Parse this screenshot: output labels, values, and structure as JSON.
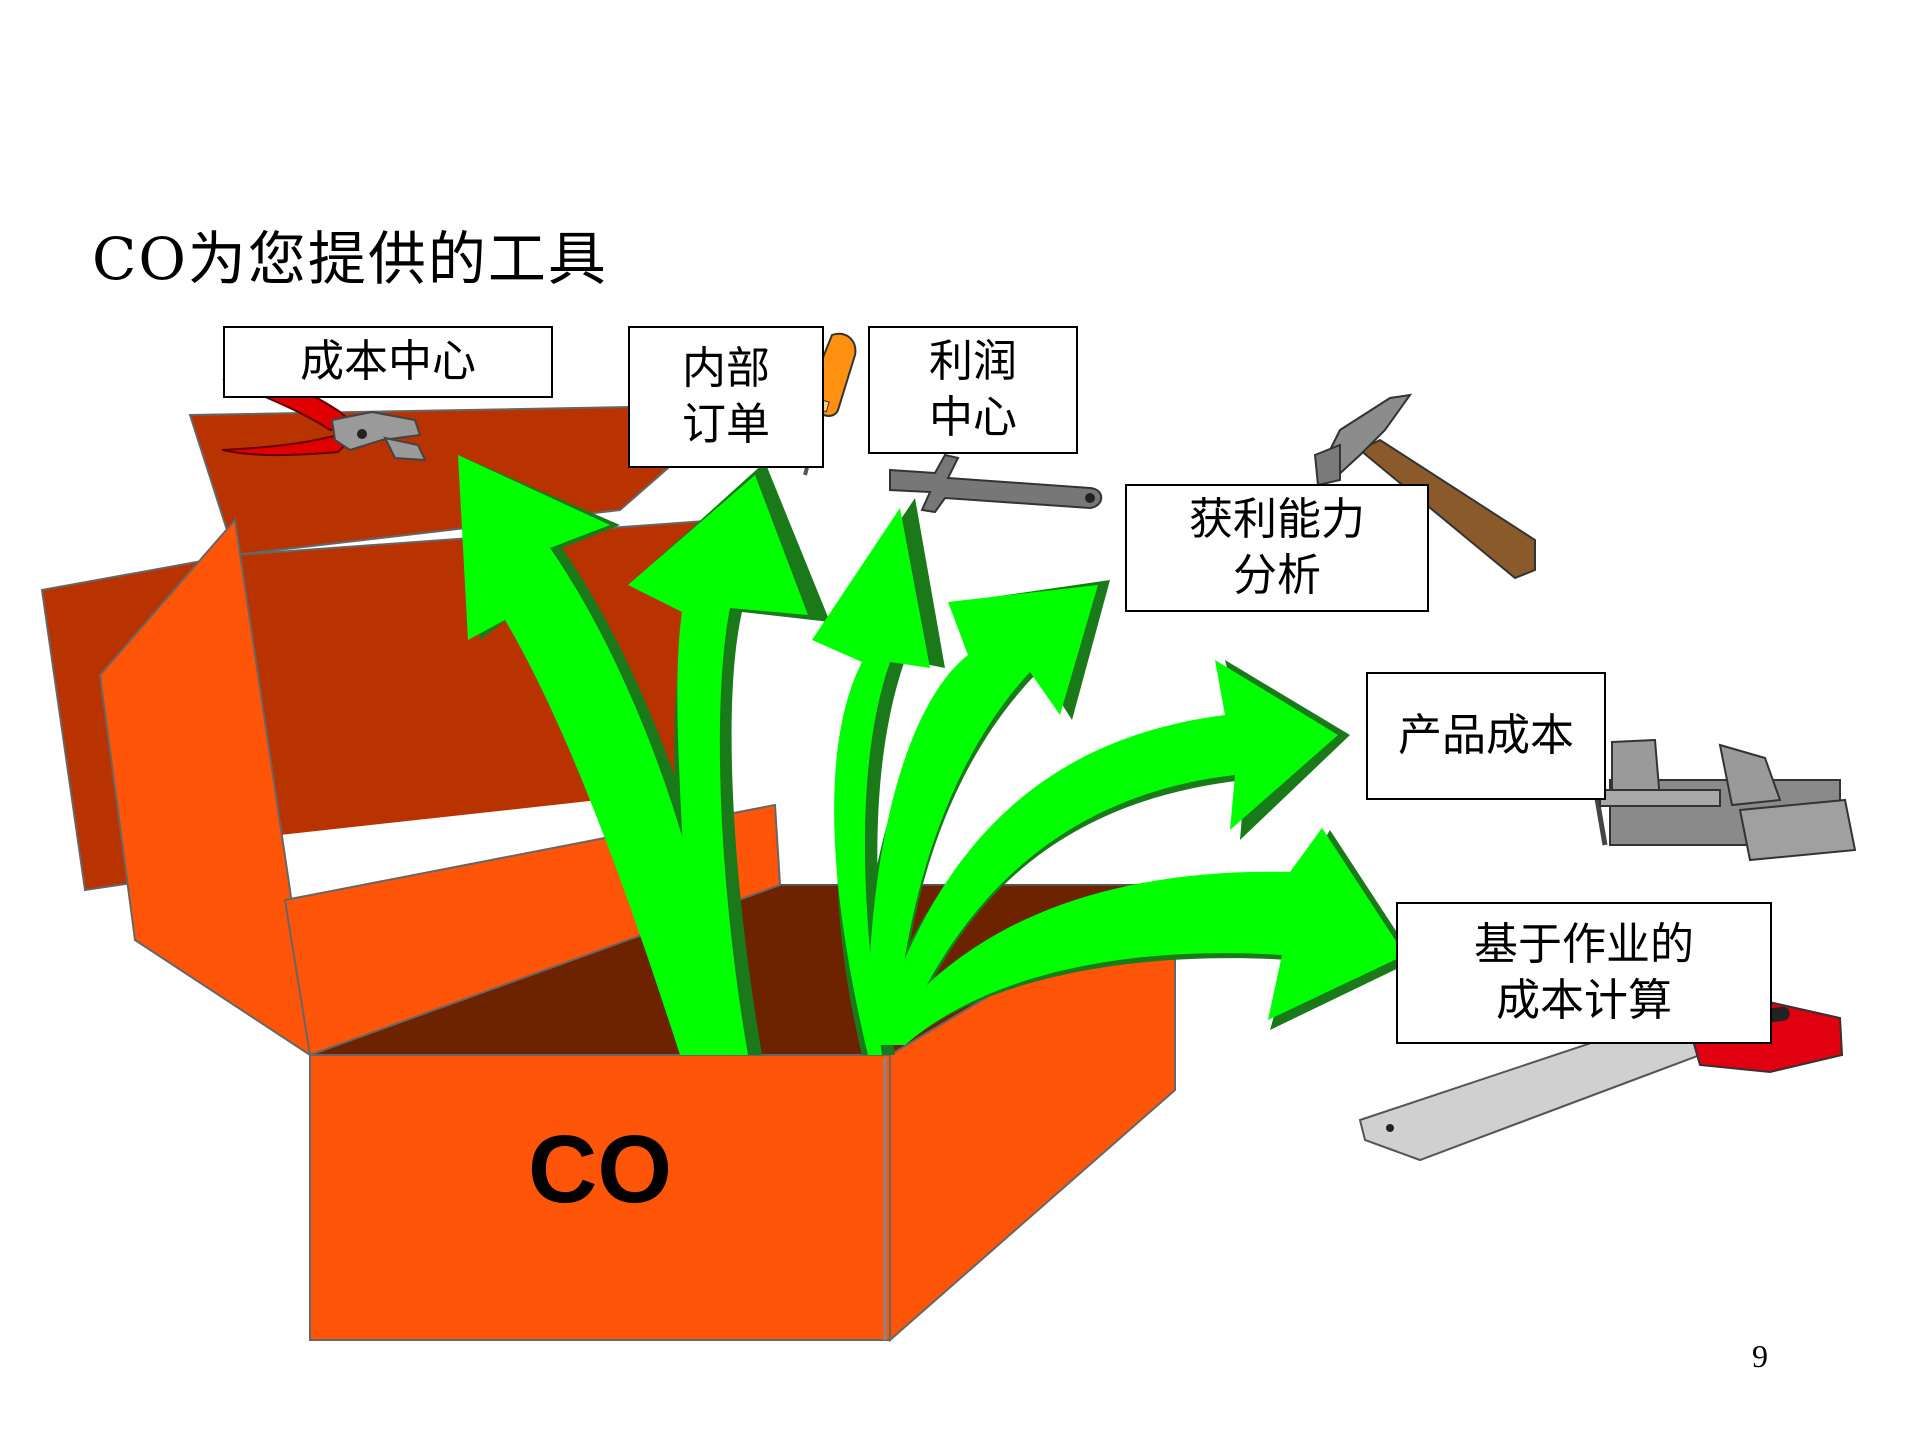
{
  "title": "CO为您提供的工具",
  "box_label": "CO",
  "page_number": "9",
  "colors": {
    "box_front": "#ff5508",
    "box_lid": "#b83300",
    "box_inside": "#6e2300",
    "arrow_fill": "#00ff00",
    "arrow_shadow": "#1a7a1a"
  },
  "tools": [
    {
      "id": "cost-center",
      "lines": [
        "成本中心"
      ],
      "icon": "pliers-icon"
    },
    {
      "id": "internal-order",
      "lines": [
        "内部",
        "订单"
      ],
      "icon": "screwdriver-icon"
    },
    {
      "id": "profit-center",
      "lines": [
        "利润",
        "中心"
      ],
      "icon": "wrench-icon"
    },
    {
      "id": "profitability-analysis",
      "lines": [
        "获利能力",
        "分析"
      ],
      "icon": "hammer-icon"
    },
    {
      "id": "product-costing",
      "lines": [
        "产品成本"
      ],
      "icon": "vise-icon"
    },
    {
      "id": "activity-based-costing",
      "lines": [
        "基于作业的",
        "成本计算"
      ],
      "icon": "saw-icon"
    }
  ]
}
